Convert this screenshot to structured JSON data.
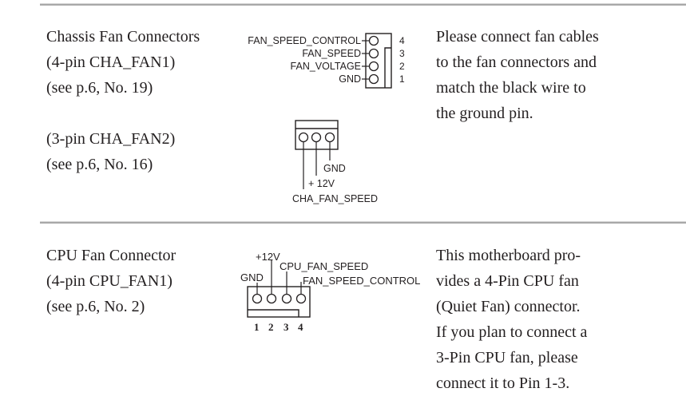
{
  "sections": [
    {
      "id": "chassis",
      "left_lines": [
        "Chassis Fan Connectors",
        "(4-pin CHA_FAN1)",
        "(see p.6, No. 19)",
        "",
        "(3-pin CHA_FAN2)",
        "(see p.6, No. 16)"
      ],
      "right_lines": [
        "Please connect fan cables",
        "to the fan connectors and",
        "match the black wire to",
        "the ground pin."
      ],
      "diagram_4pin": {
        "pins": [
          {
            "number": "4",
            "label": "FAN_SPEED_CONTROL"
          },
          {
            "number": "3",
            "label": "FAN_SPEED"
          },
          {
            "number": "2",
            "label": "FAN_VOLTAGE"
          },
          {
            "number": "1",
            "label": "GND"
          }
        ]
      },
      "diagram_3pin": {
        "labels": {
          "gnd": "GND",
          "v12": "+ 12V",
          "speed": "CHA_FAN_SPEED"
        }
      }
    },
    {
      "id": "cpu",
      "left_lines": [
        "CPU Fan Connector",
        "(4-pin CPU_FAN1)",
        "(see p.6, No. 2)"
      ],
      "right_lines": [
        "This motherboard pro-",
        "vides a 4-Pin CPU fan",
        "(Quiet Fan) connector.",
        "If you plan to connect a",
        "3-Pin CPU fan, please",
        "connect it to Pin 1-3."
      ],
      "diagram": {
        "labels": {
          "gnd": "GND",
          "v12": "+12V",
          "speed": "CPU_FAN_SPEED",
          "control": "FAN_SPEED_CONTROL"
        },
        "pin_numbers": [
          "1",
          "2",
          "3",
          "4"
        ]
      }
    }
  ]
}
